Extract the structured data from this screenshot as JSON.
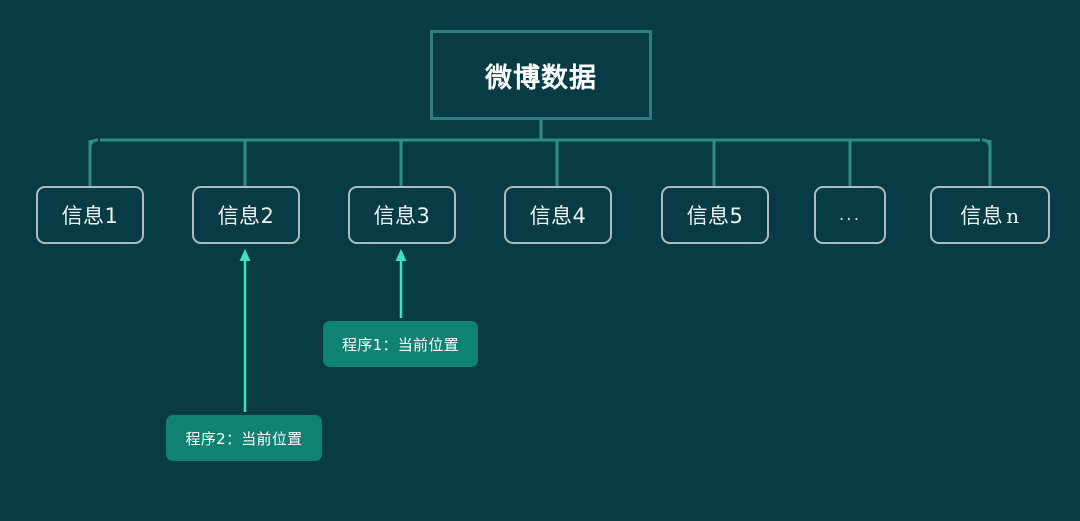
{
  "diagram": {
    "type": "tree",
    "background_color": "#073b45",
    "root": {
      "label": "微博数据",
      "border_color": "#2d7e77",
      "text_color": "#ffffff"
    },
    "connector_color": "#2d8f84",
    "node_border_color": "#adbdbd",
    "arrow_color": "#3ee0c0",
    "callout_color": "#108273",
    "nodes": [
      {
        "label": "信息1"
      },
      {
        "label": "信息2"
      },
      {
        "label": "信息3"
      },
      {
        "label": "信息4"
      },
      {
        "label": "信息5"
      },
      {
        "label": "..."
      },
      {
        "label": "信息 n"
      }
    ],
    "callouts": [
      {
        "label": "程序1：当前位置",
        "points_to": "信息3"
      },
      {
        "label": "程序2：当前位置",
        "points_to": "信息2"
      }
    ]
  }
}
